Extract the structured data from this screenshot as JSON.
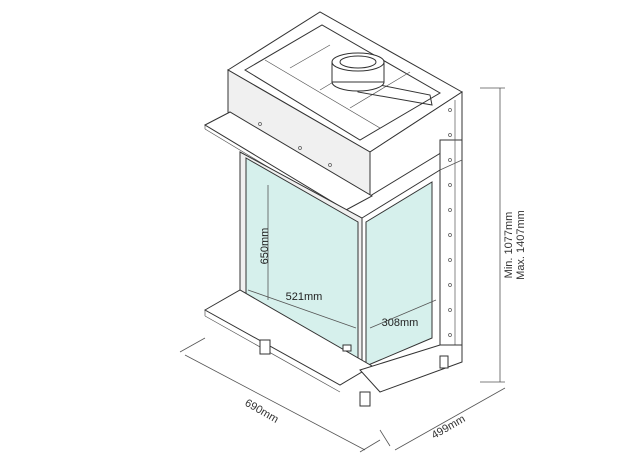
{
  "dimensions": {
    "height_glass": "650mm",
    "width_glass": "521mm",
    "depth_glass": "308mm",
    "width_total": "690mm",
    "depth_total": "499mm",
    "height_min": "Min. 1077mm",
    "height_max": "Max. 1407mm"
  },
  "colors": {
    "glass": "#d6f0ec",
    "line": "#333333"
  }
}
